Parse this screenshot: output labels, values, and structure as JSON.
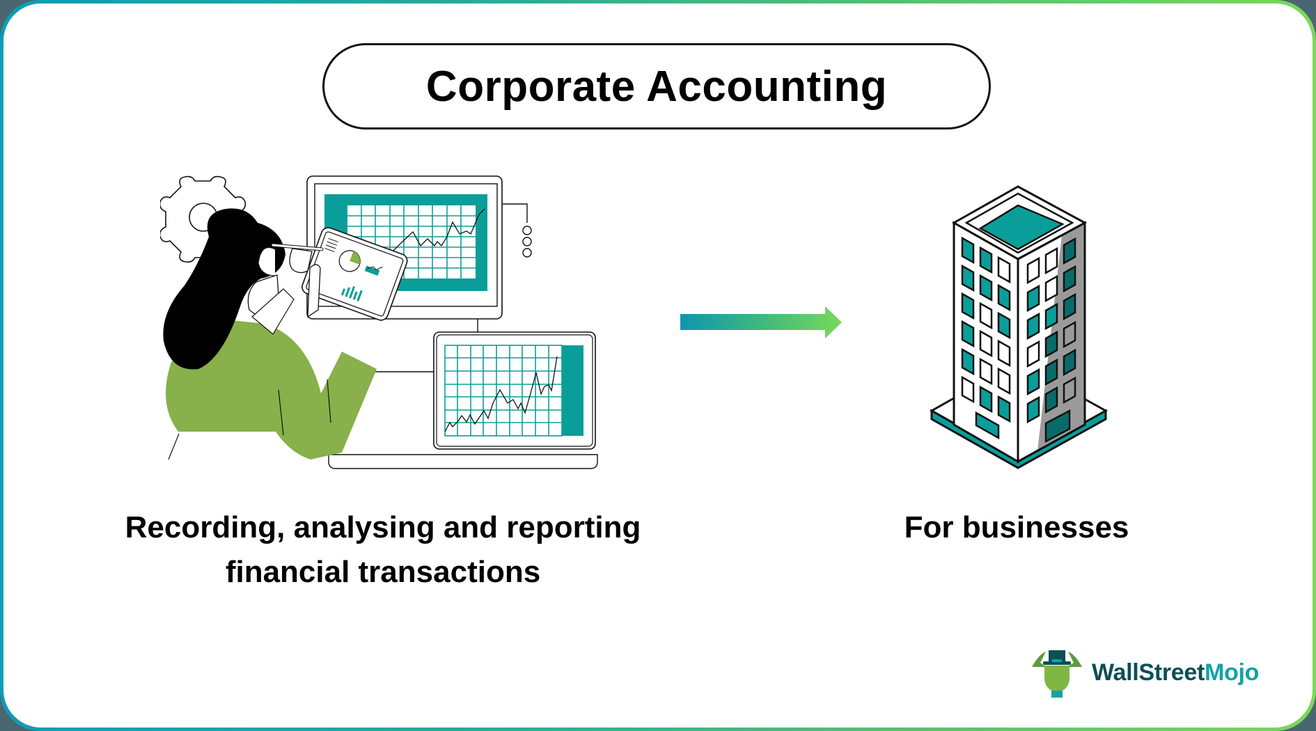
{
  "title": "Corporate Accounting",
  "left_panel": {
    "illustration": "person-analyzing-financial-charts",
    "caption_line1": "Recording, analysing and reporting",
    "caption_line2": "financial transactions"
  },
  "connector": {
    "icon": "arrow-right-icon"
  },
  "right_panel": {
    "illustration": "office-building",
    "caption": "For businesses"
  },
  "brand": {
    "name_part1": "WallStreet",
    "name_part2": "Mojo",
    "icon": "bull-mascot-logo"
  },
  "colors": {
    "teal": "#0a9e9a",
    "green": "#88b04b",
    "border_start": "#0e9cb8",
    "border_end": "#7ad85a",
    "corner_bg": "#4a6670",
    "brand_dark": "#0d4f55",
    "brand_teal": "#12a3a3"
  }
}
